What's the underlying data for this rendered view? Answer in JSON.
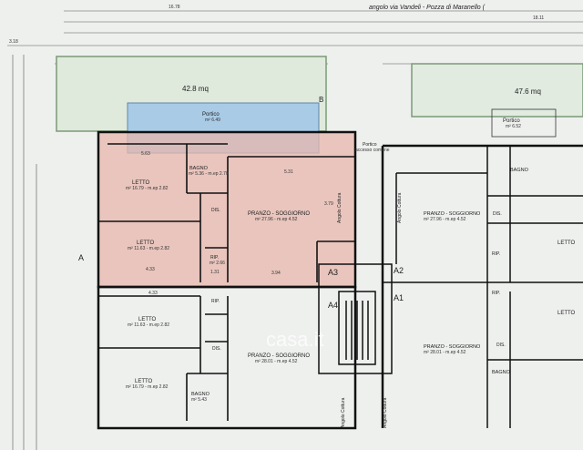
{
  "header": {
    "street": "angolo via Vandeli - Pozza di Maranello (",
    "dim_top": "16.78",
    "dim_left_top": "3.18",
    "dim_right_top": "18.11"
  },
  "areas": {
    "left_garden": "42.8 mq",
    "right_garden": "47.6 mq"
  },
  "porticos": {
    "left_title": "Portico",
    "left_sub": "m² 6.49",
    "right_title": "Portico",
    "right_sub": "m² 6.52",
    "mid_title": "Portico",
    "mid_sub": "accesso comune"
  },
  "highlight_unit": {
    "letto1": "LETTO",
    "letto1_sub": "m² 16.79 - m.ep 2.82",
    "bagno": "BAGNO",
    "bagno_sub": "m² 5.36 - m.ep 2.70",
    "letto2": "LETTO",
    "letto2_sub": "m² 11.63 - m.ep 2.82",
    "pranzo": "PRANZO - SOGGIORNO",
    "pranzo_sub": "m² 27.96 - m.ep 4.52",
    "dis": "DIS.",
    "rip": "RIP.",
    "rip_sub": "m² 2.66",
    "angolo": "Angolo Cottura",
    "dim_563": "5.63",
    "dim_531": "5.31",
    "dim_433": "4.33",
    "dim_394": "3.94",
    "dim_131": "1.31",
    "dim_379": "3.79"
  },
  "lower_unit": {
    "letto1": "LETTO",
    "letto1_sub": "m² 11.63 - m.ep 2.82",
    "letto2": "LETTO",
    "letto2_sub": "m² 16.79 - m.ep 2.82",
    "bagno": "BAGNO",
    "bagno_sub": "m² 5.43",
    "pranzo": "PRANZO - SOGGIORNO",
    "pranzo_sub": "m² 28.01 - m.ep 4.52",
    "rip": "RIP.",
    "dis": "DIS.",
    "angolo": "Angolo Cottura",
    "dim_433": "4.33"
  },
  "right_unit": {
    "pranzo": "PRANZO - SOGGIORNO",
    "pranzo_sub": "m² 27.96 - m.ep 4.52",
    "bagno": "BAGNO",
    "dis": "DIS.",
    "letto": "LETTO",
    "rip": "RIP.",
    "angolo": "Angolo Cottura"
  },
  "right_lower": {
    "pranzo": "PRANZO - SOGGIORNO",
    "pranzo_sub": "m² 28.01 - m.ep 4.52",
    "letto": "LETTO",
    "dis": "DIS.",
    "bagno": "BAGNO",
    "rip": "RIP.",
    "angolo": "Angolo Cottura"
  },
  "stairs": {
    "a1": "A1",
    "a2": "A2",
    "a3": "A3",
    "a4": "A4",
    "b": "B",
    "a_left": "A"
  },
  "watermark": "casa.it",
  "colors": {
    "highlight": "#e7b7ac",
    "portico": "#a9cbe6",
    "garden": "#dfe9dc"
  }
}
